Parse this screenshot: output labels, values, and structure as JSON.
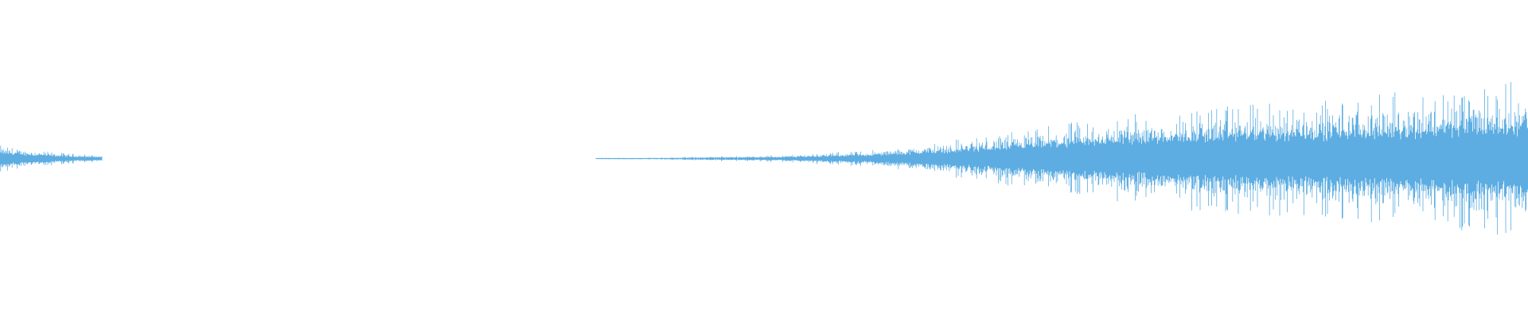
{
  "waveform": {
    "color": "#5dade2",
    "background": "#ffffff",
    "segments": [
      {
        "start": 0.0,
        "end": 0.067,
        "amplitude_profile": [
          0.08,
          0.05,
          0.03,
          0.02
        ]
      },
      {
        "start": 0.39,
        "end": 1.0,
        "amplitude_profile": [
          0.0,
          0.01,
          0.02,
          0.05,
          0.12,
          0.2,
          0.28,
          0.32,
          0.35,
          0.4,
          0.45
        ]
      }
    ]
  }
}
